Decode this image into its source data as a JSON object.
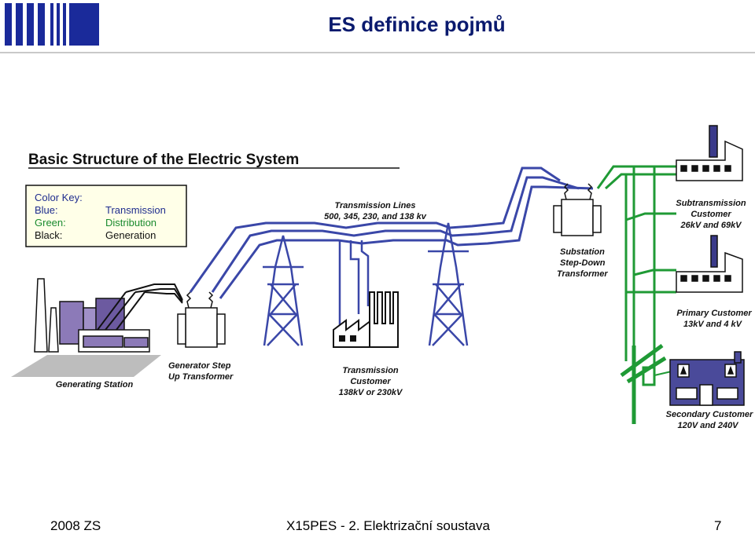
{
  "header": {
    "title": "ES definice pojmů"
  },
  "diagram": {
    "title": "Basic Structure of the Electric System",
    "color_key": {
      "heading": "Color Key:",
      "rows": [
        {
          "name": "Blue:",
          "value": "Transmission",
          "color": "#1f2d8e"
        },
        {
          "name": "Green:",
          "value": "Distribution",
          "color": "#1a8a2e"
        },
        {
          "name": "Black:",
          "value": "Generation",
          "color": "#111111"
        }
      ]
    },
    "labels": {
      "transmission_lines_1": "Transmission Lines",
      "transmission_lines_2": "500, 345, 230, and 138 kv",
      "substation_1": "Substation",
      "substation_2": "Step-Down",
      "substation_3": "Transformer",
      "subtransmission_1": "Subtransmission",
      "subtransmission_2": "Customer",
      "subtransmission_3": "26kV and 69kV",
      "primary_1": "Primary  Customer",
      "primary_2": "13kV and 4 kV",
      "generating_station": "Generating Station",
      "gen_step_up_1": "Generator Step",
      "gen_step_up_2": "Up Transformer",
      "transmission_customer_1": "Transmission",
      "transmission_customer_2": "Customer",
      "transmission_customer_3": "138kV or 230kV",
      "secondary_1": "Secondary Customer",
      "secondary_2": "120V and 240V"
    },
    "colors": {
      "transmission": "#3a47a8",
      "distribution": "#1f9a35",
      "generation": "#111111",
      "building": "#4a4a9a",
      "purple": "#7a6aa8"
    }
  },
  "footer": {
    "left": "2008 ZS",
    "center": "X15PES - 2. Elektrizační soustava",
    "page": "7"
  }
}
